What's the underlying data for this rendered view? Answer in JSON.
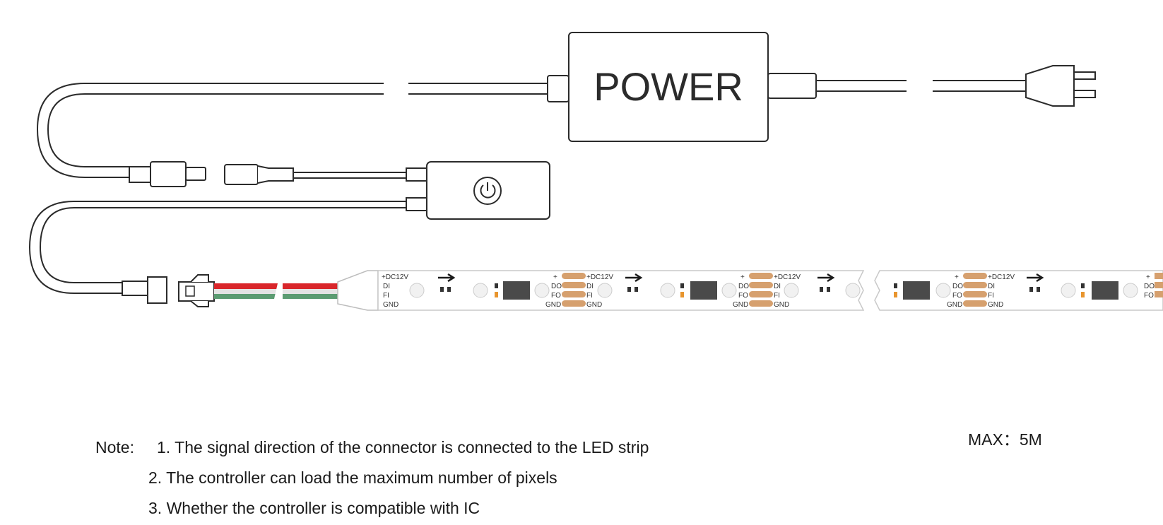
{
  "diagram": {
    "power_label": "POWER",
    "strip": {
      "pad_labels_in": [
        "+DC12V",
        "DI",
        "FI",
        "GND"
      ],
      "pad_labels_out": [
        "+",
        "DO",
        "FO",
        "GND"
      ]
    }
  },
  "notes": {
    "label": "Note:",
    "items": [
      "1. The signal direction of the connector is connected to the LED strip",
      "2. The controller can load the maximum number of pixels",
      "3. Whether the controller is compatible with IC"
    ]
  },
  "max_length": "MAX：5M",
  "colors": {
    "outline": "#2b2b2b",
    "wire_red": "#d9262b",
    "wire_green": "#5c9c72",
    "wire_white": "#e4e4e4",
    "pad_copper": "#d6a06e",
    "chip": "#4a4a4a",
    "resistor": "#e8952e"
  }
}
